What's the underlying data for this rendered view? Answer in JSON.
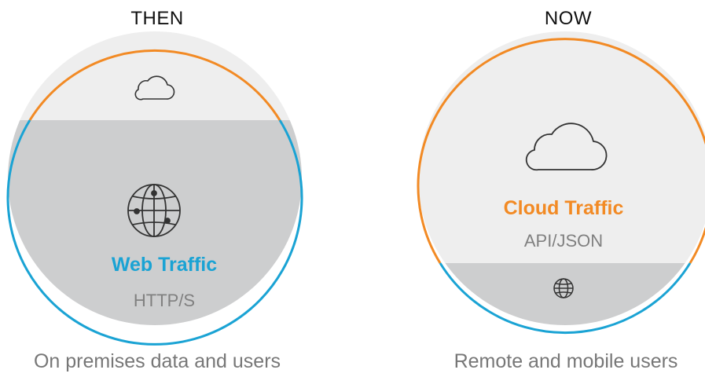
{
  "then": {
    "heading": "THEN",
    "title": "Web Traffic",
    "subtitle": "HTTP/S",
    "caption": "On premises data and users",
    "icons": {
      "top": "cloud-icon",
      "main": "globe-icon"
    }
  },
  "now": {
    "heading": "NOW",
    "title": "Cloud Traffic",
    "subtitle": "API/JSON",
    "caption": "Remote and mobile users",
    "icons": {
      "main": "cloud-icon",
      "bottom": "globe-icon"
    }
  },
  "colors": {
    "web_blue": "#1aa3d4",
    "cloud_orange": "#f28a24",
    "light_fill": "#eeeeee",
    "dark_fill": "#cdcecf",
    "subtitle_gray": "#808080",
    "icon_stroke": "#333333"
  }
}
